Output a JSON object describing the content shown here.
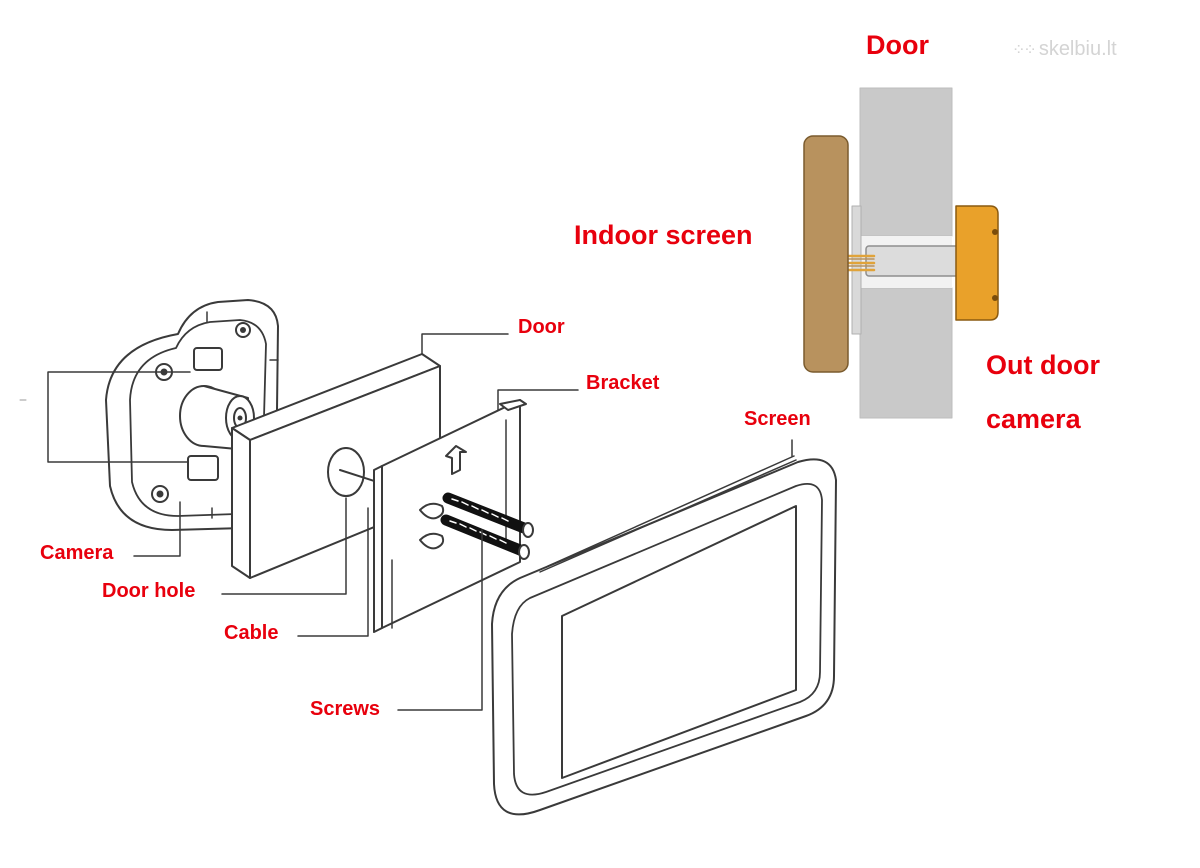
{
  "colors": {
    "label": "#e8000d",
    "line": "#3a3a3a",
    "door_gray": "#c9c9c9",
    "indoor_screen": "#b8925e",
    "camera_unit": "#e9a12a",
    "watermark": "#d4d4d4"
  },
  "labels": {
    "door_top": "Door",
    "indoor_screen": "Indoor screen",
    "outdoor_camera_line1": "Out door",
    "outdoor_camera_line2": "camera",
    "door": "Door",
    "bracket": "Bracket",
    "screen": "Screen",
    "camera": "Camera",
    "door_hole": "Door hole",
    "cable": "Cable",
    "screws": "Screws"
  },
  "watermark": {
    "text": "skelbiu.lt",
    "icon": "dot-grid-icon"
  }
}
